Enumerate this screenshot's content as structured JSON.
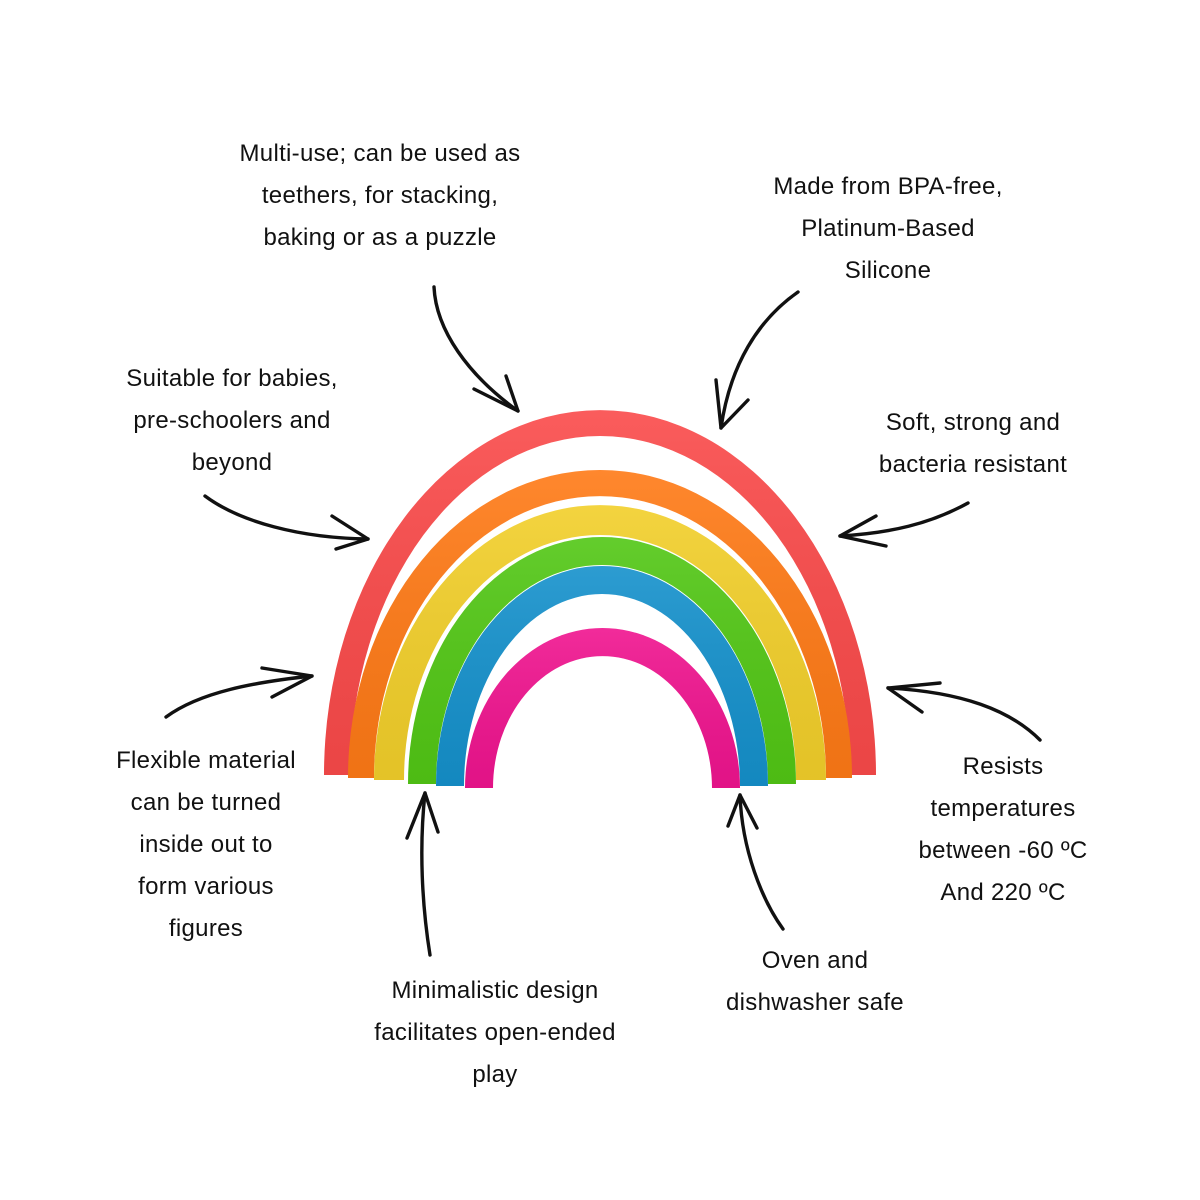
{
  "diagram": {
    "subject": "rainbow-stacker",
    "rainbow_colors": [
      "#fa4a4a",
      "#ff7a16",
      "#f2cf2a",
      "#52c715",
      "#1591cc",
      "#f0148f"
    ],
    "arrow_color": "#111111",
    "features": {
      "multi_use": [
        "Multi-use; can be used as",
        "teethers, for stacking,",
        "baking or as a puzzle"
      ],
      "bpa_free": [
        "Made from BPA-free,",
        "Platinum-Based",
        "Silicone"
      ],
      "suitable": [
        "Suitable for babies,",
        "pre-schoolers and",
        "beyond"
      ],
      "soft": [
        "Soft, strong and",
        "bacteria resistant"
      ],
      "flexible": [
        "Flexible material",
        "can be turned",
        "inside out to",
        "form various",
        "figures"
      ],
      "resists": [
        "Resists",
        "temperatures",
        "between -60 ºC",
        "And 220 ºC"
      ],
      "oven": [
        "Oven and",
        "dishwasher safe"
      ],
      "minimal": [
        "Minimalistic design",
        "facilitates open-ended",
        "play"
      ]
    }
  }
}
